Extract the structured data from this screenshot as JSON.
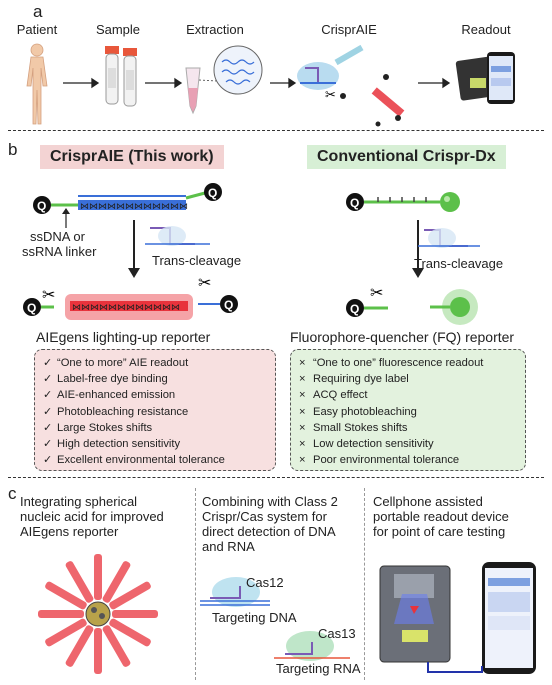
{
  "panel_a": {
    "letter": "a",
    "steps": [
      "Patient",
      "Sample",
      "Extraction",
      "CrisprAIE",
      "Readout"
    ]
  },
  "panel_b": {
    "letter": "b",
    "left": {
      "title": "CrisprAIE (This work)",
      "linker_label_1": "ssDNA or",
      "linker_label_2": "ssRNA linker",
      "cleavage": "Trans-cleavage",
      "reporter": "AIEgens lighting-up reporter",
      "features": [
        "“One to more” AIE readout",
        "Label-free dye binding",
        "AIE-enhanced emission",
        "Photobleaching resistance",
        "Large Stokes shifts",
        "High detection sensitivity",
        "Excellent environmental tolerance"
      ],
      "mark": "✓",
      "color": "#f7e0e0"
    },
    "right": {
      "title": "Conventional Crispr-Dx",
      "cleavage": "Trans-cleavage",
      "reporter": "Fluorophore-quencher (FQ) reporter",
      "features": [
        "“One to one” fluorescence readout",
        "Requiring dye label",
        "ACQ effect",
        "Easy photobleaching",
        "Small Stokes shifts",
        "Low detection sensitivity",
        "Poor environmental tolerance"
      ],
      "mark": "×",
      "color": "#e3f2de"
    },
    "quencher": "Q"
  },
  "panel_c": {
    "letter": "c",
    "col1": [
      "Integrating spherical",
      "nucleic acid for improved",
      "AIEgens reporter"
    ],
    "col2": [
      "Combining with Class 2",
      "Crispr/Cas system for",
      "direct detection of DNA",
      "and RNA"
    ],
    "col3": [
      "Cellphone assisted",
      "portable readout device",
      "for point of care testing"
    ],
    "cas12": "Cas12",
    "cas12_target": "Targeting DNA",
    "cas13": "Cas13",
    "cas13_target": "Targeting RNA"
  },
  "colors": {
    "pink_title": "#f3d3d3",
    "green_title": "#d7efd5",
    "aie_red": "#e8333c",
    "fluor_green": "#5cc04a",
    "strand_blue": "#3a6fd8"
  }
}
